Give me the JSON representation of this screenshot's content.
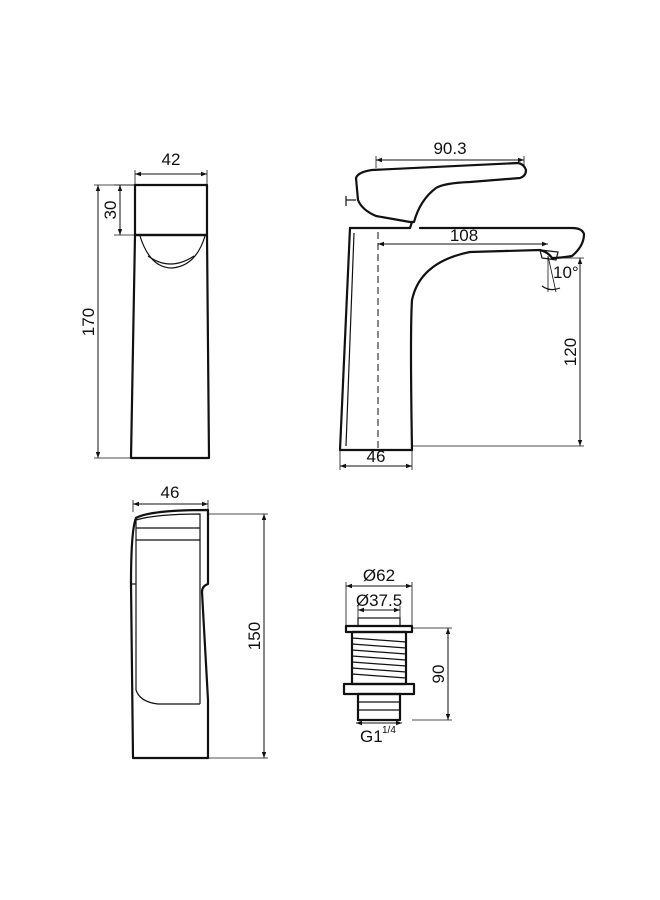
{
  "side_view": {
    "width": "42",
    "handle_height": "30",
    "total_height": "170"
  },
  "front_view": {
    "handle_length": "90.3",
    "reach": "108",
    "angle": "10°",
    "spout_height": "120",
    "base_width": "46"
  },
  "top_view": {
    "width": "46",
    "length": "150"
  },
  "waste": {
    "flange_dia": "Ø62",
    "body_dia": "Ø37.5",
    "height": "90",
    "thread_main": "G1",
    "thread_frac": "1/4"
  }
}
